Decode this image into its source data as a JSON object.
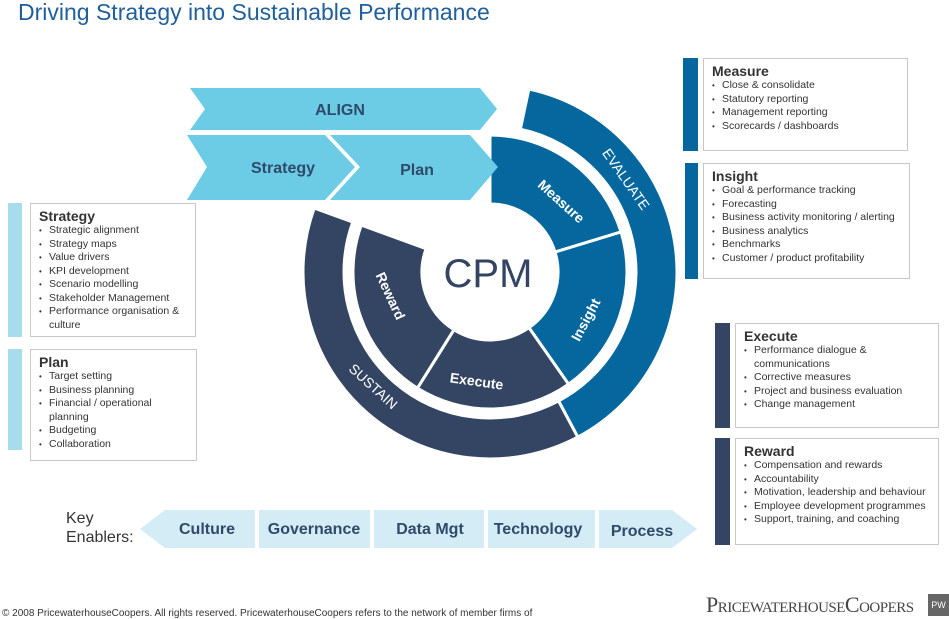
{
  "title": "Driving Strategy into Sustainable Performance",
  "colors": {
    "light": "#6ccbe5",
    "mid": "#05679e",
    "dark": "#344563",
    "enabler": "#d3ecf5"
  },
  "diagram": {
    "align": "ALIGN",
    "strategy": "Strategy",
    "plan": "Plan",
    "evaluate": "EVALUATE",
    "sustain": "SUSTAIN",
    "measure": "Measure",
    "insight": "Insight",
    "execute": "Execute",
    "reward": "Reward",
    "center": "CPM"
  },
  "boxes": {
    "strategy": {
      "title": "Strategy",
      "items": [
        "Strategic alignment",
        "Strategy maps",
        "Value drivers",
        "KPI development",
        "Scenario modelling",
        "Stakeholder Management",
        "Performance organisation & culture"
      ]
    },
    "plan": {
      "title": "Plan",
      "items": [
        "Target setting",
        "Business planning",
        "Financial / operational planning",
        "Budgeting",
        "Collaboration"
      ]
    },
    "measure": {
      "title": "Measure",
      "items": [
        "Close & consolidate",
        "Statutory reporting",
        "Management reporting",
        "Scorecards / dashboards"
      ]
    },
    "insight": {
      "title": "Insight",
      "items": [
        "Goal & performance tracking",
        "Forecasting",
        "Business activity monitoring / alerting",
        "Business analytics",
        "Benchmarks",
        "Customer / product profitability"
      ]
    },
    "execute": {
      "title": "Execute",
      "items": [
        "Performance dialogue & communications",
        "Corrective measures",
        "Project and business evaluation",
        "Change management"
      ]
    },
    "reward": {
      "title": "Reward",
      "items": [
        "Compensation and rewards",
        "Accountability",
        "Motivation, leadership and behaviour",
        "Employee development programmes",
        "Support, training, and coaching"
      ]
    }
  },
  "enablers": {
    "label": "Key Enablers:",
    "items": [
      "Culture",
      "Governance",
      "Data Mgt",
      "Technology",
      "Process"
    ]
  },
  "footer": {
    "copyright": "© 2008 PricewaterhouseCoopers. All rights reserved. PricewaterhouseCoopers refers to the network of member firms of",
    "logo": "PricewaterhouseCoopers"
  }
}
